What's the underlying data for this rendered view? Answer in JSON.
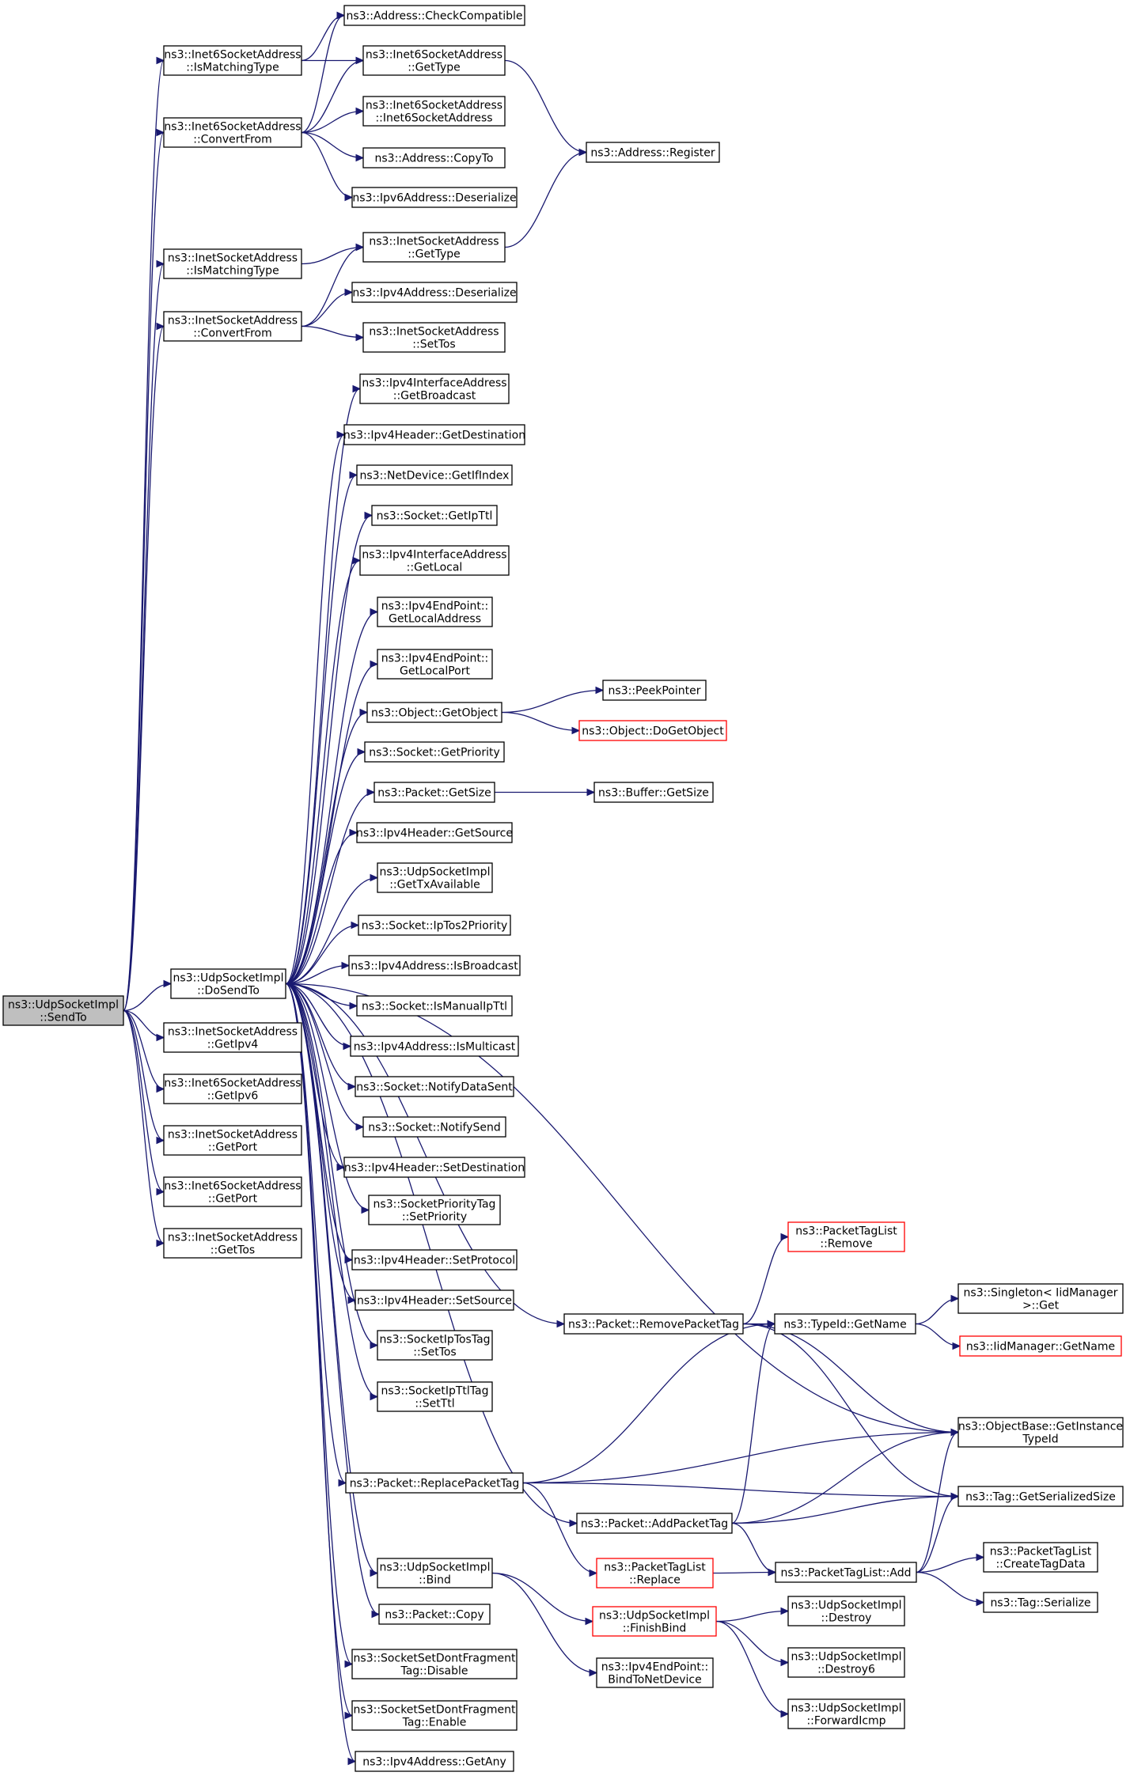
{
  "graph": {
    "nodes": [
      {
        "id": "root",
        "lines": [
          "ns3::UdpSocketImpl",
          "::SendTo"
        ],
        "style": "root"
      },
      {
        "id": "i6_ismatch",
        "lines": [
          "ns3::Inet6SocketAddress",
          "::IsMatchingType"
        ]
      },
      {
        "id": "addr_checkcompat",
        "lines": [
          "ns3::Address::CheckCompatible"
        ]
      },
      {
        "id": "i6_gettype",
        "lines": [
          "ns3::Inet6SocketAddress",
          "::GetType"
        ]
      },
      {
        "id": "i6_convert",
        "lines": [
          "ns3::Inet6SocketAddress",
          "::ConvertFrom"
        ]
      },
      {
        "id": "i6_ctor",
        "lines": [
          "ns3::Inet6SocketAddress",
          "::Inet6SocketAddress"
        ]
      },
      {
        "id": "addr_copyto",
        "lines": [
          "ns3::Address::CopyTo"
        ]
      },
      {
        "id": "ipv6_deser",
        "lines": [
          "ns3::Ipv6Address::Deserialize"
        ]
      },
      {
        "id": "addr_register",
        "lines": [
          "ns3::Address::Register"
        ]
      },
      {
        "id": "i4_ismatch",
        "lines": [
          "ns3::InetSocketAddress",
          "::IsMatchingType"
        ]
      },
      {
        "id": "i4_gettype",
        "lines": [
          "ns3::InetSocketAddress",
          "::GetType"
        ]
      },
      {
        "id": "i4_convert",
        "lines": [
          "ns3::InetSocketAddress",
          "::ConvertFrom"
        ]
      },
      {
        "id": "ipv4_deser",
        "lines": [
          "ns3::Ipv4Address::Deserialize"
        ]
      },
      {
        "id": "i4_settos",
        "lines": [
          "ns3::InetSocketAddress",
          "::SetTos"
        ]
      },
      {
        "id": "ipv4if_getbcast",
        "lines": [
          "ns3::Ipv4InterfaceAddress",
          "::GetBroadcast"
        ]
      },
      {
        "id": "ipv4hdr_getdest",
        "lines": [
          "ns3::Ipv4Header::GetDestination"
        ]
      },
      {
        "id": "netdev_getifindex",
        "lines": [
          "ns3::NetDevice::GetIfIndex"
        ]
      },
      {
        "id": "sock_getipttl",
        "lines": [
          "ns3::Socket::GetIpTtl"
        ]
      },
      {
        "id": "ipv4if_getlocal",
        "lines": [
          "ns3::Ipv4InterfaceAddress",
          "::GetLocal"
        ]
      },
      {
        "id": "ep_getlocaladdr",
        "lines": [
          "ns3::Ipv4EndPoint::",
          "GetLocalAddress"
        ]
      },
      {
        "id": "ep_getlocalport",
        "lines": [
          "ns3::Ipv4EndPoint::",
          "GetLocalPort"
        ]
      },
      {
        "id": "obj_getobject",
        "lines": [
          "ns3::Object::GetObject"
        ]
      },
      {
        "id": "peekpointer",
        "lines": [
          "ns3::PeekPointer"
        ]
      },
      {
        "id": "obj_dogetobject",
        "lines": [
          "ns3::Object::DoGetObject"
        ],
        "style": "red"
      },
      {
        "id": "sock_getpriority",
        "lines": [
          "ns3::Socket::GetPriority"
        ]
      },
      {
        "id": "pkt_getsize",
        "lines": [
          "ns3::Packet::GetSize"
        ]
      },
      {
        "id": "buf_getsize",
        "lines": [
          "ns3::Buffer::GetSize"
        ]
      },
      {
        "id": "ipv4hdr_getsource",
        "lines": [
          "ns3::Ipv4Header::GetSource"
        ]
      },
      {
        "id": "udp_gettxavail",
        "lines": [
          "ns3::UdpSocketImpl",
          "::GetTxAvailable"
        ]
      },
      {
        "id": "sock_iptos2prio",
        "lines": [
          "ns3::Socket::IpTos2Priority"
        ]
      },
      {
        "id": "udp_dosendto",
        "lines": [
          "ns3::UdpSocketImpl",
          "::DoSendTo"
        ]
      },
      {
        "id": "ipv4_isbcast",
        "lines": [
          "ns3::Ipv4Address::IsBroadcast"
        ]
      },
      {
        "id": "sock_ismanualipttl",
        "lines": [
          "ns3::Socket::IsManualIpTtl"
        ]
      },
      {
        "id": "i4_getipv4",
        "lines": [
          "ns3::InetSocketAddress",
          "::GetIpv4"
        ]
      },
      {
        "id": "ipv4_ismcast",
        "lines": [
          "ns3::Ipv4Address::IsMulticast"
        ]
      },
      {
        "id": "i6_getipv6",
        "lines": [
          "ns3::Inet6SocketAddress",
          "::GetIpv6"
        ]
      },
      {
        "id": "sock_notifydatasent",
        "lines": [
          "ns3::Socket::NotifyDataSent"
        ]
      },
      {
        "id": "sock_notifysend",
        "lines": [
          "ns3::Socket::NotifySend"
        ]
      },
      {
        "id": "i4_getport",
        "lines": [
          "ns3::InetSocketAddress",
          "::GetPort"
        ]
      },
      {
        "id": "ipv4hdr_setdest",
        "lines": [
          "ns3::Ipv4Header::SetDestination"
        ]
      },
      {
        "id": "i6_getport",
        "lines": [
          "ns3::Inet6SocketAddress",
          "::GetPort"
        ]
      },
      {
        "id": "sockpriotag_setprio",
        "lines": [
          "ns3::SocketPriorityTag",
          "::SetPriority"
        ]
      },
      {
        "id": "i4_gettos",
        "lines": [
          "ns3::InetSocketAddress",
          "::GetTos"
        ]
      },
      {
        "id": "ipv4hdr_setproto",
        "lines": [
          "ns3::Ipv4Header::SetProtocol"
        ]
      },
      {
        "id": "ptl_remove",
        "lines": [
          "ns3::PacketTagList",
          "::Remove"
        ],
        "style": "red"
      },
      {
        "id": "ipv4hdr_setsource",
        "lines": [
          "ns3::Ipv4Header::SetSource"
        ]
      },
      {
        "id": "singleton_get",
        "lines": [
          "ns3::Singleton< IidManager",
          ">::Get"
        ]
      },
      {
        "id": "pkt_removepkttag",
        "lines": [
          "ns3::Packet::RemovePacketTag"
        ]
      },
      {
        "id": "typeid_getname",
        "lines": [
          "ns3::TypeId::GetName"
        ]
      },
      {
        "id": "iidmgr_getname",
        "lines": [
          "ns3::IidManager::GetName"
        ],
        "style": "red"
      },
      {
        "id": "sockiptostag_settos",
        "lines": [
          "ns3::SocketIpTosTag",
          "::SetTos"
        ]
      },
      {
        "id": "sockipttltag_setttl",
        "lines": [
          "ns3::SocketIpTtlTag",
          "::SetTtl"
        ]
      },
      {
        "id": "objbase_getinsttypeid",
        "lines": [
          "ns3::ObjectBase::GetInstance",
          "TypeId"
        ]
      },
      {
        "id": "pkt_replacepkttag",
        "lines": [
          "ns3::Packet::ReplacePacketTag"
        ]
      },
      {
        "id": "tag_getsersize",
        "lines": [
          "ns3::Tag::GetSerializedSize"
        ]
      },
      {
        "id": "pkt_addpkttag",
        "lines": [
          "ns3::Packet::AddPacketTag"
        ]
      },
      {
        "id": "ptl_replace",
        "lines": [
          "ns3::PacketTagList",
          "::Replace"
        ],
        "style": "red"
      },
      {
        "id": "ptl_add",
        "lines": [
          "ns3::PacketTagList::Add"
        ]
      },
      {
        "id": "ptl_createtagdata",
        "lines": [
          "ns3::PacketTagList",
          "::CreateTagData"
        ]
      },
      {
        "id": "udp_bind",
        "lines": [
          "ns3::UdpSocketImpl",
          "::Bind"
        ]
      },
      {
        "id": "tag_serialize",
        "lines": [
          "ns3::Tag::Serialize"
        ]
      },
      {
        "id": "udp_destroy",
        "lines": [
          "ns3::UdpSocketImpl",
          "::Destroy"
        ]
      },
      {
        "id": "udp_finishbind",
        "lines": [
          "ns3::UdpSocketImpl",
          "::FinishBind"
        ],
        "style": "red"
      },
      {
        "id": "pkt_copy",
        "lines": [
          "ns3::Packet::Copy"
        ]
      },
      {
        "id": "udp_destroy6",
        "lines": [
          "ns3::UdpSocketImpl",
          "::Destroy6"
        ]
      },
      {
        "id": "ssdft_disable",
        "lines": [
          "ns3::SocketSetDontFragment",
          "Tag::Disable"
        ]
      },
      {
        "id": "ep_bindtonetdev",
        "lines": [
          "ns3::Ipv4EndPoint::",
          "BindToNetDevice"
        ]
      },
      {
        "id": "udp_fwdicmp",
        "lines": [
          "ns3::UdpSocketImpl",
          "::ForwardIcmp"
        ]
      },
      {
        "id": "ssdft_enable",
        "lines": [
          "ns3::SocketSetDontFragment",
          "Tag::Enable"
        ]
      },
      {
        "id": "ipv4_getany",
        "lines": [
          "ns3::Ipv4Address::GetAny"
        ]
      }
    ],
    "edges": [
      [
        "root",
        "i6_ismatch"
      ],
      [
        "root",
        "i6_convert"
      ],
      [
        "root",
        "i4_ismatch"
      ],
      [
        "root",
        "i4_convert"
      ],
      [
        "root",
        "udp_dosendto"
      ],
      [
        "root",
        "i4_getipv4"
      ],
      [
        "root",
        "i6_getipv6"
      ],
      [
        "root",
        "i4_getport"
      ],
      [
        "root",
        "i6_getport"
      ],
      [
        "root",
        "i4_gettos"
      ],
      [
        "i6_ismatch",
        "addr_checkcompat"
      ],
      [
        "i6_ismatch",
        "i6_gettype"
      ],
      [
        "i6_convert",
        "addr_checkcompat"
      ],
      [
        "i6_convert",
        "i6_gettype"
      ],
      [
        "i6_convert",
        "i6_ctor"
      ],
      [
        "i6_convert",
        "addr_copyto"
      ],
      [
        "i6_convert",
        "ipv6_deser"
      ],
      [
        "i6_gettype",
        "addr_register"
      ],
      [
        "i4_gettype",
        "addr_register"
      ],
      [
        "i4_ismatch",
        "i4_gettype"
      ],
      [
        "i4_convert",
        "i4_gettype"
      ],
      [
        "i4_convert",
        "ipv4_deser"
      ],
      [
        "i4_convert",
        "i4_settos"
      ],
      [
        "udp_dosendto",
        "ipv4if_getbcast"
      ],
      [
        "udp_dosendto",
        "ipv4hdr_getdest"
      ],
      [
        "udp_dosendto",
        "netdev_getifindex"
      ],
      [
        "udp_dosendto",
        "sock_getipttl"
      ],
      [
        "udp_dosendto",
        "ipv4if_getlocal"
      ],
      [
        "udp_dosendto",
        "ep_getlocaladdr"
      ],
      [
        "udp_dosendto",
        "ep_getlocalport"
      ],
      [
        "udp_dosendto",
        "obj_getobject"
      ],
      [
        "udp_dosendto",
        "sock_getpriority"
      ],
      [
        "udp_dosendto",
        "pkt_getsize"
      ],
      [
        "udp_dosendto",
        "ipv4hdr_getsource"
      ],
      [
        "udp_dosendto",
        "udp_gettxavail"
      ],
      [
        "udp_dosendto",
        "sock_iptos2prio"
      ],
      [
        "udp_dosendto",
        "ipv4_isbcast"
      ],
      [
        "udp_dosendto",
        "sock_ismanualipttl"
      ],
      [
        "udp_dosendto",
        "ipv4_ismcast"
      ],
      [
        "udp_dosendto",
        "sock_notifydatasent"
      ],
      [
        "udp_dosendto",
        "sock_notifysend"
      ],
      [
        "udp_dosendto",
        "ipv4hdr_setdest"
      ],
      [
        "udp_dosendto",
        "sockpriotag_setprio"
      ],
      [
        "udp_dosendto",
        "ipv4hdr_setproto"
      ],
      [
        "udp_dosendto",
        "ipv4hdr_setsource"
      ],
      [
        "udp_dosendto",
        "sockiptostag_settos"
      ],
      [
        "udp_dosendto",
        "sockipttltag_setttl"
      ],
      [
        "udp_dosendto",
        "pkt_removepkttag"
      ],
      [
        "udp_dosendto",
        "objbase_getinsttypeid"
      ],
      [
        "udp_dosendto",
        "pkt_replacepkttag"
      ],
      [
        "udp_dosendto",
        "pkt_addpkttag"
      ],
      [
        "udp_dosendto",
        "udp_bind"
      ],
      [
        "udp_dosendto",
        "pkt_copy"
      ],
      [
        "udp_dosendto",
        "ssdft_disable"
      ],
      [
        "udp_dosendto",
        "ssdft_enable"
      ],
      [
        "udp_dosendto",
        "ipv4_getany"
      ],
      [
        "obj_getobject",
        "peekpointer"
      ],
      [
        "obj_getobject",
        "obj_dogetobject"
      ],
      [
        "pkt_getsize",
        "buf_getsize"
      ],
      [
        "pkt_removepkttag",
        "ptl_remove"
      ],
      [
        "pkt_removepkttag",
        "typeid_getname"
      ],
      [
        "pkt_removepkttag",
        "objbase_getinsttypeid"
      ],
      [
        "pkt_removepkttag",
        "tag_getsersize"
      ],
      [
        "typeid_getname",
        "singleton_get"
      ],
      [
        "typeid_getname",
        "iidmgr_getname"
      ],
      [
        "pkt_replacepkttag",
        "typeid_getname"
      ],
      [
        "pkt_replacepkttag",
        "objbase_getinsttypeid"
      ],
      [
        "pkt_replacepkttag",
        "tag_getsersize"
      ],
      [
        "pkt_replacepkttag",
        "ptl_replace"
      ],
      [
        "pkt_addpkttag",
        "typeid_getname"
      ],
      [
        "pkt_addpkttag",
        "objbase_getinsttypeid"
      ],
      [
        "pkt_addpkttag",
        "tag_getsersize"
      ],
      [
        "pkt_addpkttag",
        "ptl_add"
      ],
      [
        "ptl_replace",
        "ptl_add"
      ],
      [
        "ptl_add",
        "objbase_getinsttypeid"
      ],
      [
        "ptl_add",
        "tag_getsersize"
      ],
      [
        "ptl_add",
        "ptl_createtagdata"
      ],
      [
        "ptl_add",
        "tag_serialize"
      ],
      [
        "udp_bind",
        "udp_finishbind"
      ],
      [
        "udp_bind",
        "ep_bindtonetdev"
      ],
      [
        "udp_finishbind",
        "udp_destroy"
      ],
      [
        "udp_finishbind",
        "udp_destroy6"
      ],
      [
        "udp_finishbind",
        "udp_fwdicmp"
      ]
    ]
  }
}
